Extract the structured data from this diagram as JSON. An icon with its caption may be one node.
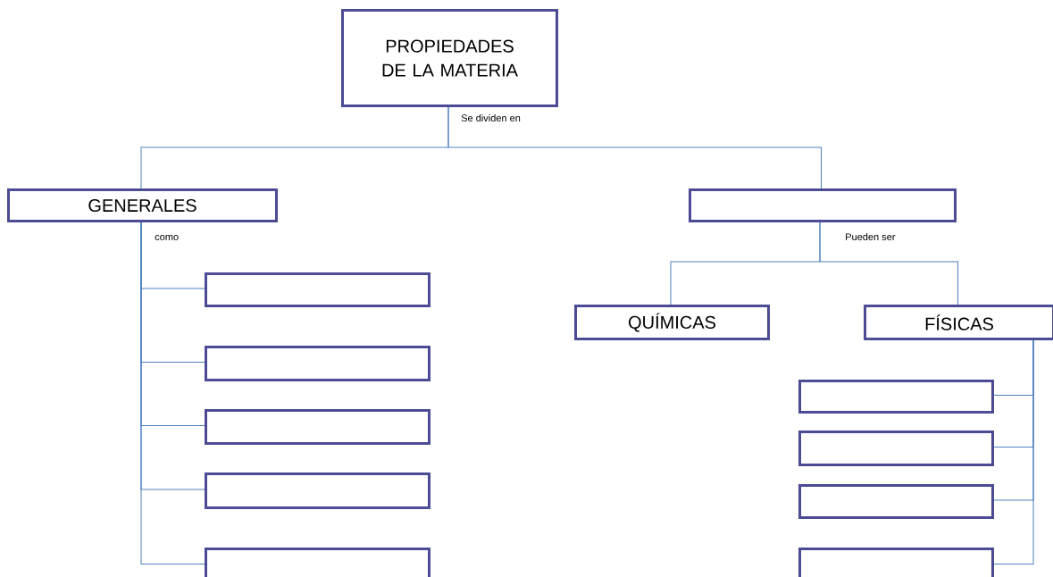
{
  "diagram": {
    "nodes": [
      {
        "text": [
          "PROPIEDADES DE LA MATERIA"
        ]
      },
      {
        "text": [
          "GENERALES"
        ]
      },
      {
        "text": [],
        "shape": "box"
      },
      {
        "text": [],
        "shape": "box"
      },
      {
        "text": [],
        "shape": "box"
      },
      {
        "text": [],
        "shape": "box"
      },
      {
        "text": [],
        "shape": "box"
      },
      {
        "text": [],
        "shape": "box"
      },
      {
        "text": [
          "QUÍMICAS"
        ]
      },
      {
        "text": [
          "FÍSICAS"
        ]
      },
      {
        "text": [],
        "shape": "box"
      },
      {
        "text": [],
        "shape": "box"
      },
      {
        "text": [],
        "shape": "box"
      },
      {
        "text": [],
        "shape": "box"
      }
    ],
    "edges": [
      {
        "from": 0,
        "to": 1,
        "arrow": "none",
        "label": "Se dividen en"
      },
      {
        "from": 0,
        "to": 2,
        "arrow": "none"
      },
      {
        "from": 1,
        "to": 3,
        "arrow": "none",
        "label": "como"
      },
      {
        "from": 1,
        "to": 4,
        "arrow": "none"
      },
      {
        "from": 1,
        "to": 5,
        "arrow": "none"
      },
      {
        "from": 1,
        "to": 6,
        "arrow": "none"
      },
      {
        "from": 1,
        "to": 7,
        "arrow": "none"
      },
      {
        "from": 2,
        "to": 8,
        "arrow": "none",
        "label": "Pueden ser"
      },
      {
        "from": 2,
        "to": 9,
        "arrow": "none"
      },
      {
        "from": 9,
        "to": 10,
        "arrow": "none"
      },
      {
        "from": 9,
        "to": 11,
        "arrow": "none"
      },
      {
        "from": 9,
        "to": 12,
        "arrow": "none"
      },
      {
        "from": 9,
        "to": 13,
        "arrow": "none"
      }
    ]
  }
}
